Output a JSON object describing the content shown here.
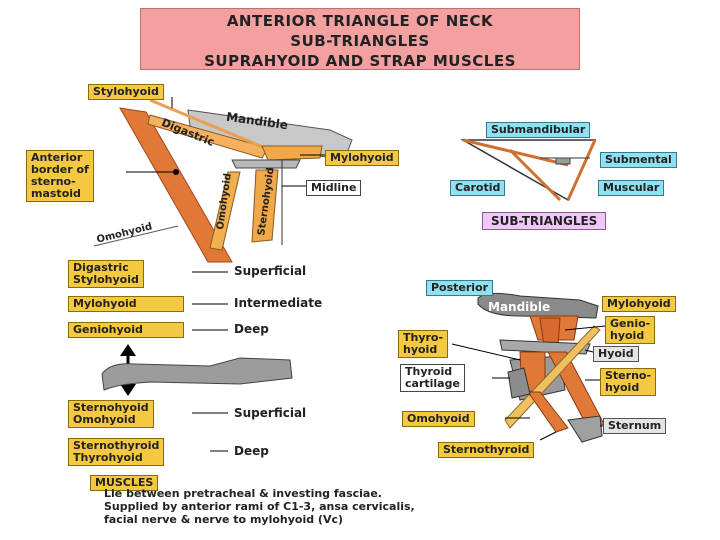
{
  "title": {
    "line1": "ANTERIOR TRIANGLE OF NECK",
    "line2": "SUB-TRIANGLES",
    "line3": "SUPRAHYOID AND STRAP MUSCLES"
  },
  "top_left": {
    "stylohyoid": "Stylohyoid",
    "mandible": "Mandible",
    "digastric": "Digastric",
    "mylohyoid": "Mylohyoid",
    "midline": "Midline",
    "anterior_border": [
      "Anterior",
      "border of",
      "sterno-",
      "mastoid"
    ],
    "omohyoid": "Omohyoid",
    "omohyoid_vertical": "Omohyoid",
    "sternohyoid_vertical": "Sternohyoid"
  },
  "sub_triangles": {
    "submandibular": "Submandibular",
    "submental": "Submental",
    "carotid": "Carotid",
    "muscular": "Muscular",
    "caption": "SUB-TRIANGLES"
  },
  "layers": {
    "suprahyoid": [
      {
        "muscles": [
          "Digastric",
          "Stylohyoid"
        ],
        "layer": "Superficial"
      },
      {
        "muscles": [
          "Mylohyoid"
        ],
        "layer": "Intermediate"
      },
      {
        "muscles": [
          "Geniohyoid"
        ],
        "layer": "Deep"
      }
    ],
    "infrahyoid": [
      {
        "muscles": [
          "Sternohyoid",
          "Omohyoid"
        ],
        "layer": "Superficial"
      },
      {
        "muscles": [
          "Sternothyroid",
          "Thyrohyoid"
        ],
        "layer": "Deep"
      }
    ]
  },
  "lateral_view": {
    "posterior": "Posterior",
    "mandible": "Mandible",
    "mylohyoid": "Mylohyoid",
    "geniohyoid": [
      "Genio-",
      "hyoid"
    ],
    "thyrohyoid": [
      "Thyro-",
      "hyoid"
    ],
    "hyoid": "Hyoid",
    "thyroid_cartilage": [
      "Thyroid",
      "cartilage"
    ],
    "sternohyoid": [
      "Sterno-",
      "hyoid"
    ],
    "omohyoid": "Omohyoid",
    "sternum": "Sternum",
    "sternothyroid": "Sternothyroid"
  },
  "muscles_box": "MUSCLES",
  "notes": [
    "Lie between pretracheal & investing fasciae.",
    "Supplied by anterior rami of C1-3, ansa cervicalis,",
    "facial nerve & nerve to mylohyoid (Vc)"
  ],
  "colors": {
    "title_bg": "#f4a0a0",
    "label_yellow": "#f5c842",
    "label_cyan": "#8fe0f0",
    "label_pink": "#f0c8f8",
    "muscle": "#e07838"
  }
}
